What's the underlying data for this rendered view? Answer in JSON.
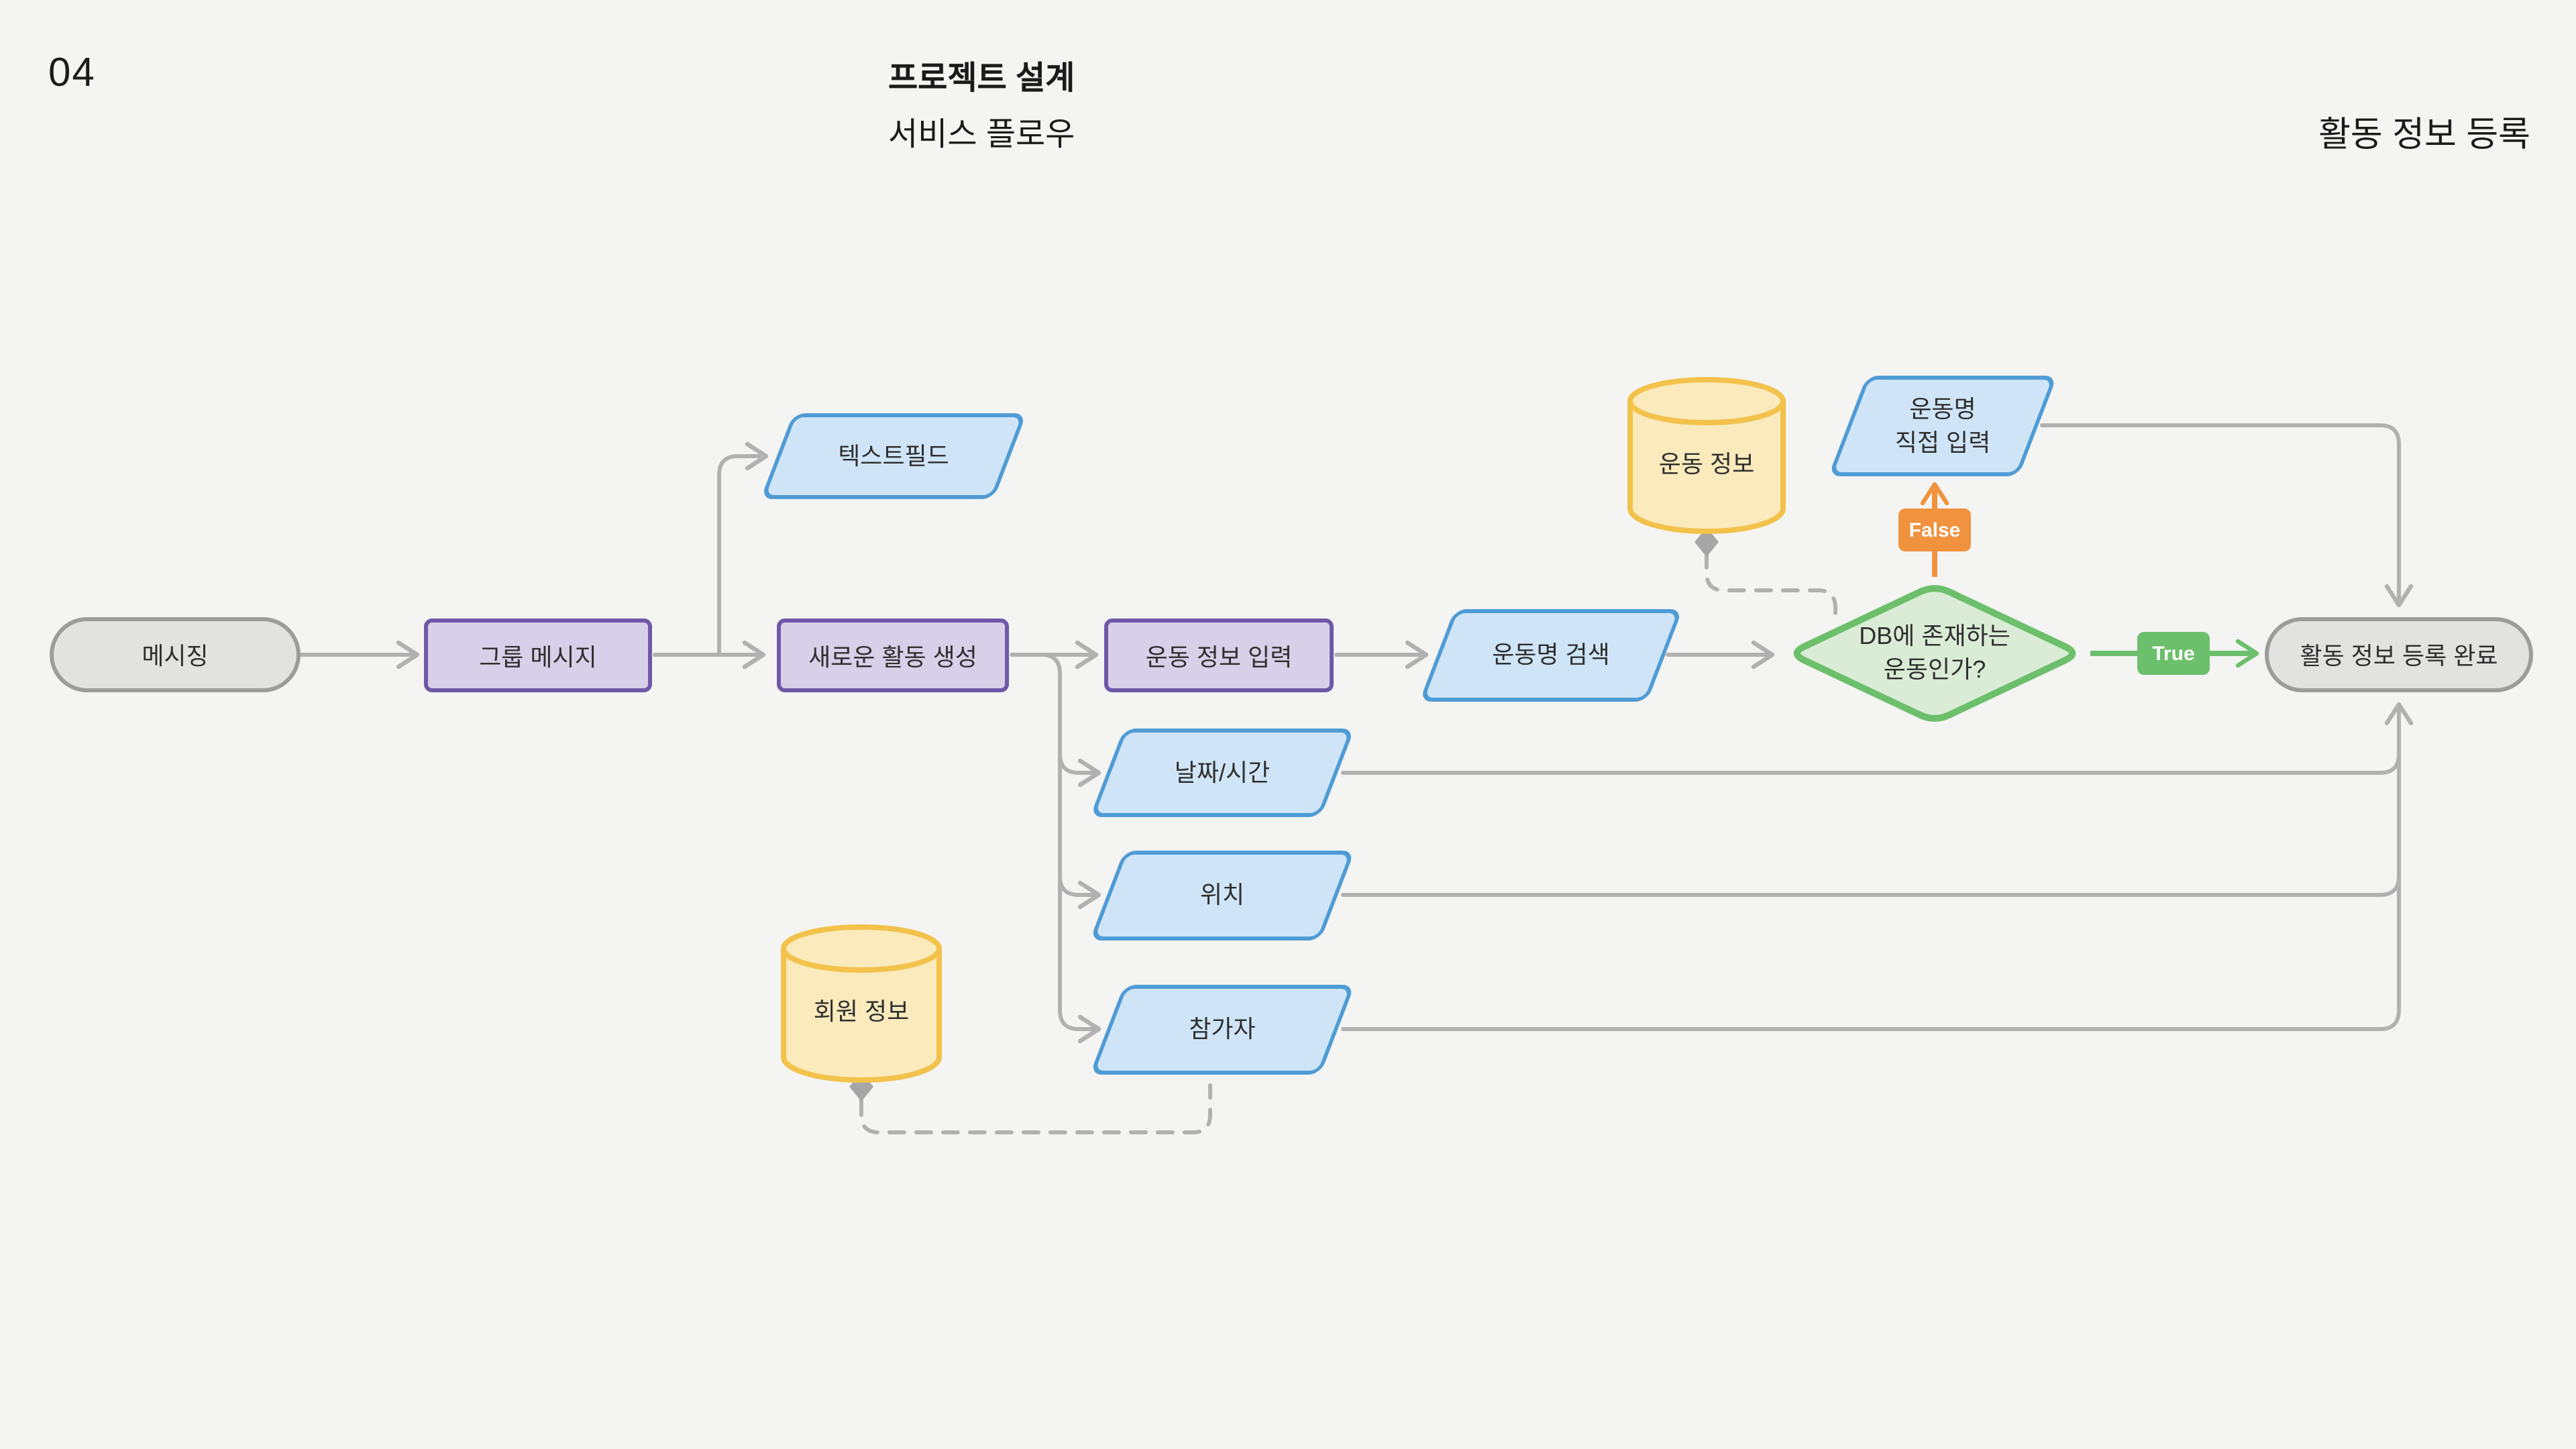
{
  "page": {
    "number": "04",
    "title": "프로젝트 설계",
    "subtitle": "서비스 플로우",
    "section_title": "활동 정보 등록"
  },
  "flow": {
    "start": {
      "label": "메시징",
      "shape": "terminator"
    },
    "group_message": {
      "label": "그룹 메시지",
      "shape": "process"
    },
    "text_field": {
      "label": "텍스트필드",
      "shape": "input-output"
    },
    "create_activity": {
      "label": "새로운 활동 생성",
      "shape": "process"
    },
    "exercise_info_input": {
      "label": "운동 정보 입력",
      "shape": "process"
    },
    "exercise_name_search": {
      "label": "운동명 검색",
      "shape": "input-output"
    },
    "exercise_db": {
      "label": "운동 정보",
      "shape": "database"
    },
    "direct_input": {
      "line1": "운동명",
      "line2": "직접 입력",
      "shape": "input-output"
    },
    "decision": {
      "line1": "DB에 존재하는",
      "line2": "운동인가?",
      "shape": "decision"
    },
    "complete": {
      "label": "활동 정보 등록 완료",
      "shape": "terminator"
    },
    "date_time": {
      "label": "날짜/시간",
      "shape": "input-output"
    },
    "location": {
      "label": "위치",
      "shape": "input-output"
    },
    "participants": {
      "label": "참가자",
      "shape": "input-output"
    },
    "member_db": {
      "label": "회원 정보",
      "shape": "database"
    },
    "edge_true": "True",
    "edge_false": "False"
  },
  "colors": {
    "background": "#f4f4f2",
    "connector": "#b1b1b1",
    "node-text": "#2f2f2f",
    "start-fill": "#e2e2e1",
    "start-border": "#9c9c9b",
    "process-fill": "#d8cfe8",
    "process-border": "#6e58a7",
    "io-fill": "#cfe5f7",
    "io-border": "#4f9bd5",
    "db-fill": "#faeabc",
    "db-border": "#f2c24b",
    "decision-fill": "#daecd6",
    "decision-border": "#6cbf6b",
    "true-color": "#6cbf6b",
    "false-color": "#f0923e"
  }
}
